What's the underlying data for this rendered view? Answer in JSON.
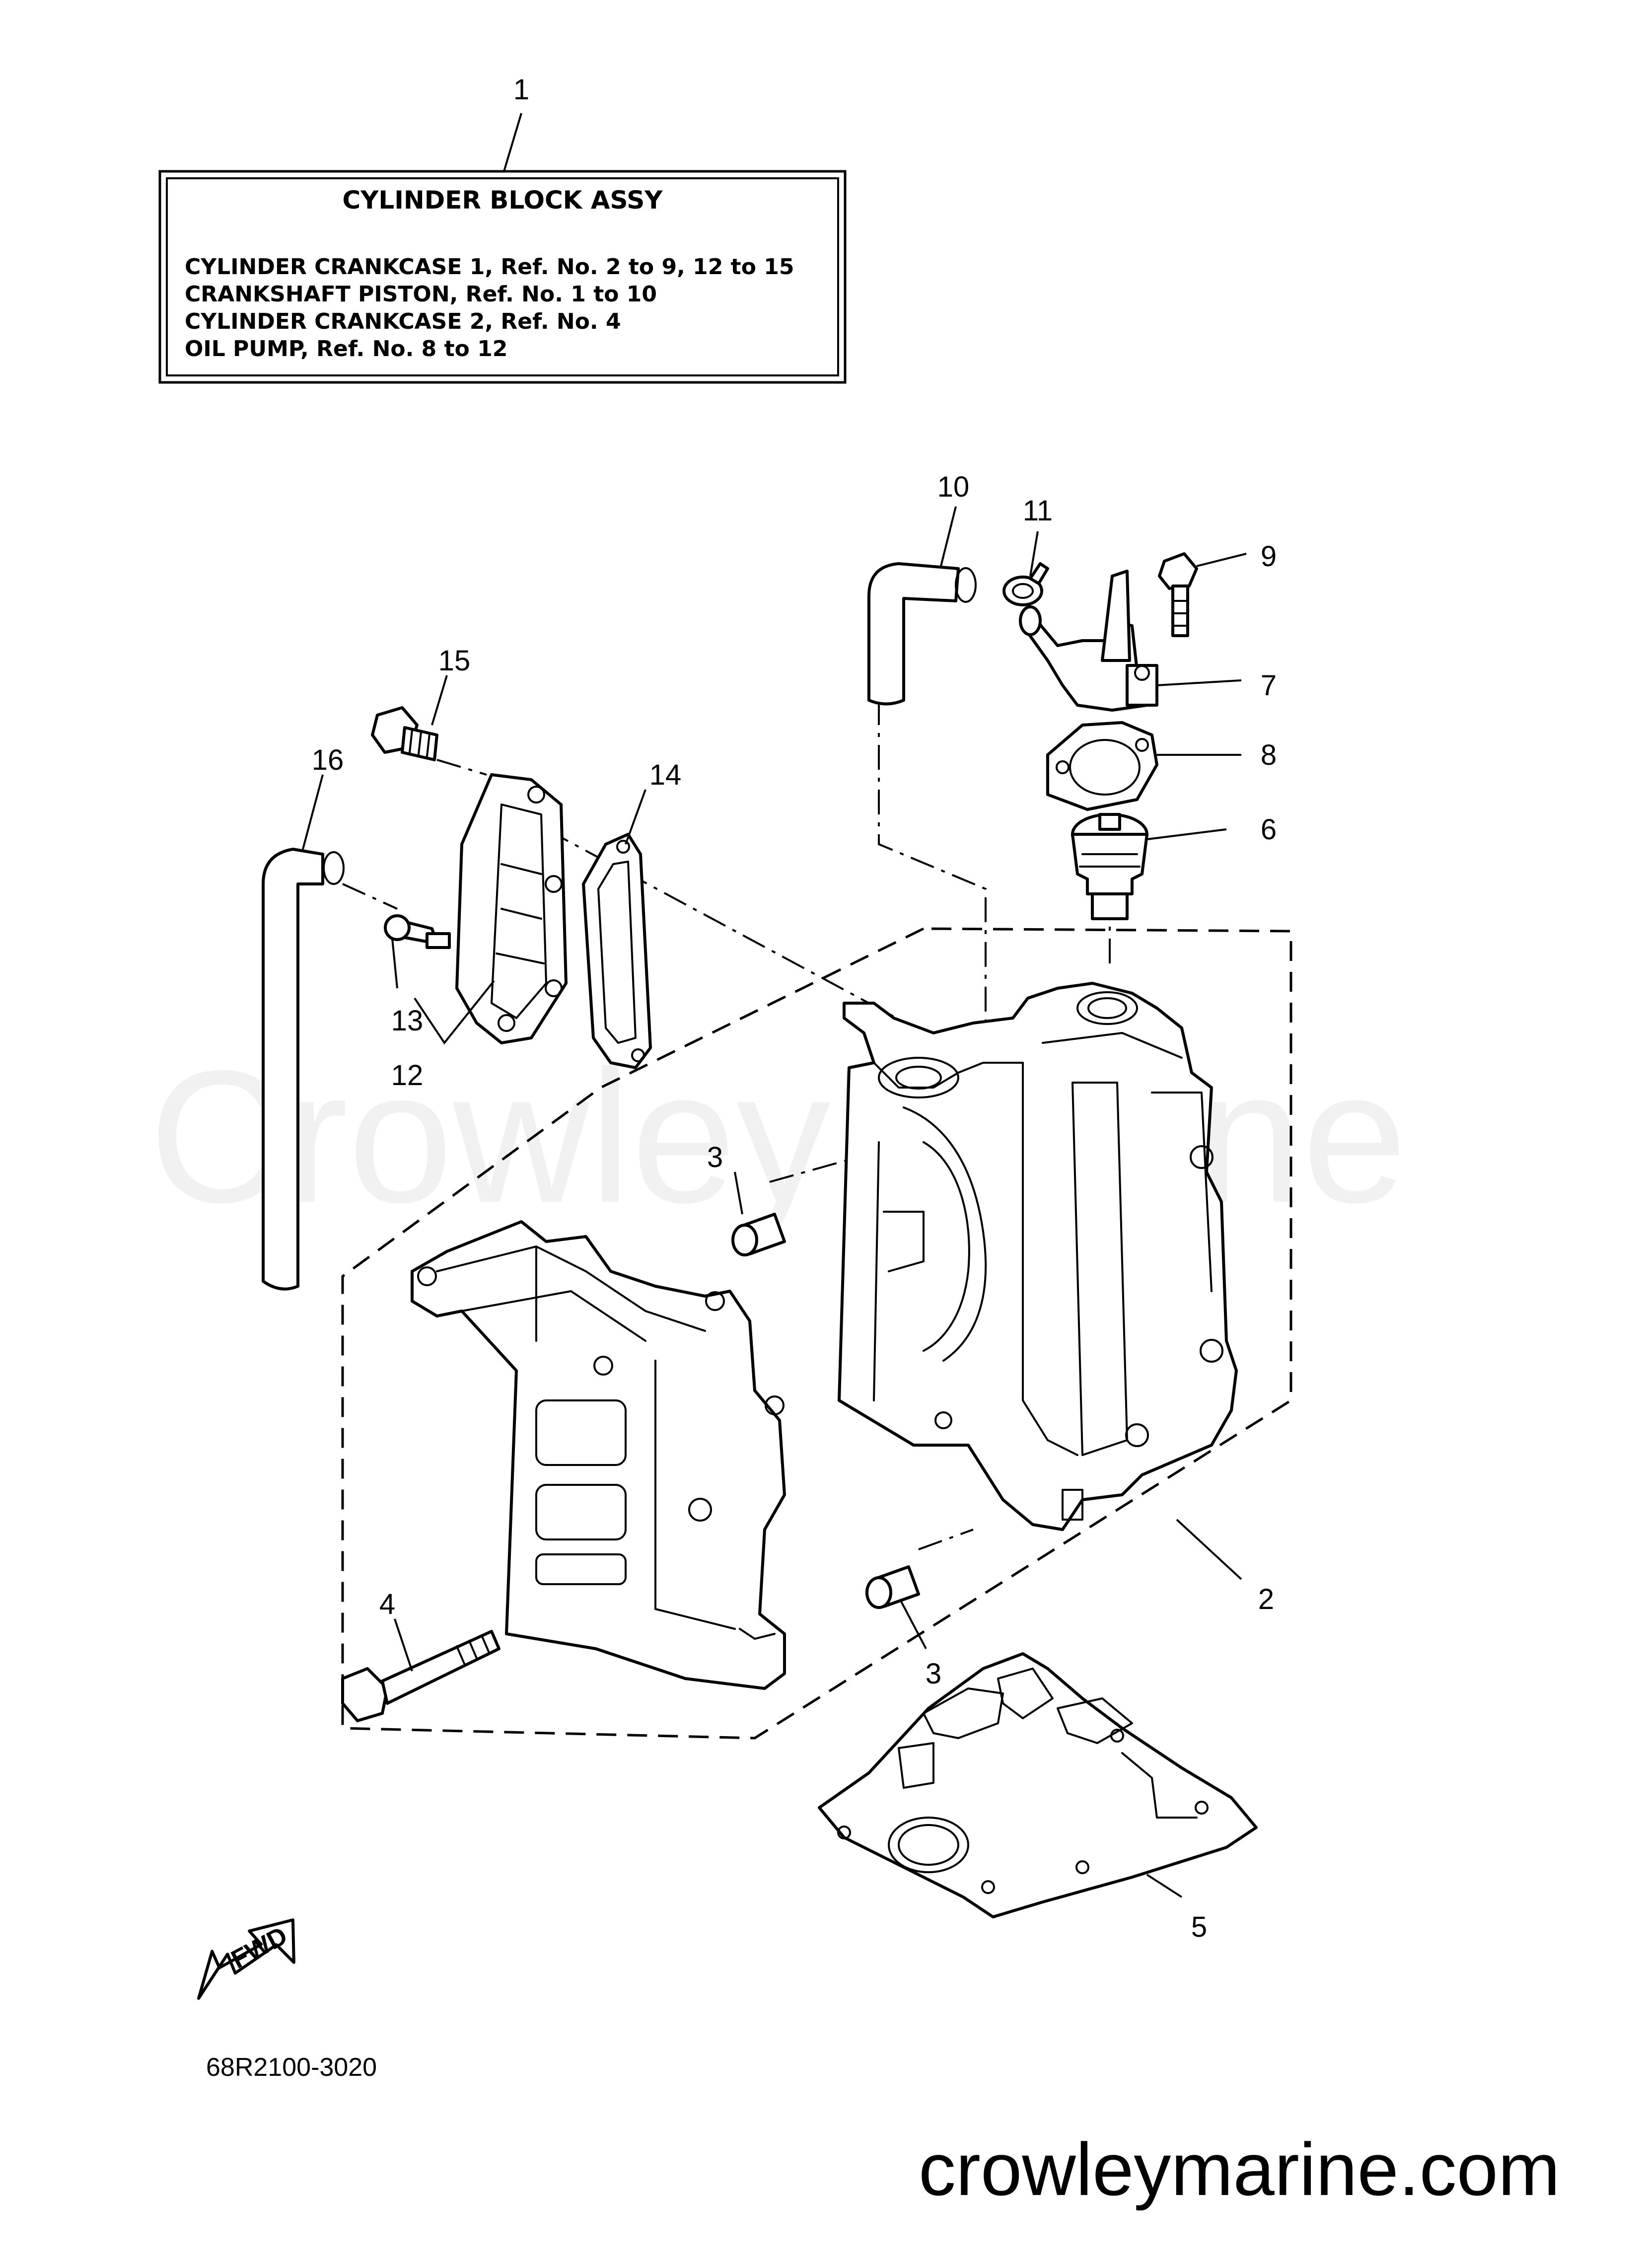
{
  "label_box": {
    "ref": "1",
    "title": "CYLINDER  BLOCK  ASSY",
    "lines": [
      "CYLINDER CRANKCASE 1,  Ref.  No.  2 to 9, 12 to 15",
      "CRANKSHAFT PISTON,  Ref.  No.  1 to 10",
      "CYLINDER CRANKCASE 2, Ref.  No.  4",
      "OIL PUMP, Ref.  No.  8 to 12"
    ]
  },
  "callouts": [
    {
      "id": "2",
      "text": "2"
    },
    {
      "id": "3a",
      "text": "3"
    },
    {
      "id": "3b",
      "text": "3"
    },
    {
      "id": "4",
      "text": "4"
    },
    {
      "id": "5",
      "text": "5"
    },
    {
      "id": "6",
      "text": "6"
    },
    {
      "id": "7",
      "text": "7"
    },
    {
      "id": "8",
      "text": "8"
    },
    {
      "id": "9",
      "text": "9"
    },
    {
      "id": "10",
      "text": "10"
    },
    {
      "id": "11",
      "text": "11"
    },
    {
      "id": "12",
      "text": "12"
    },
    {
      "id": "13",
      "text": "13"
    },
    {
      "id": "14",
      "text": "14"
    },
    {
      "id": "15",
      "text": "15"
    },
    {
      "id": "16",
      "text": "16"
    }
  ],
  "fwd_label": "FWD",
  "diagram_code": "68R2100-3020",
  "watermark": "CrowleyMarine",
  "website": "crowleymarine.com",
  "colors": {
    "ink": "#000000",
    "paper": "#ffffff"
  }
}
